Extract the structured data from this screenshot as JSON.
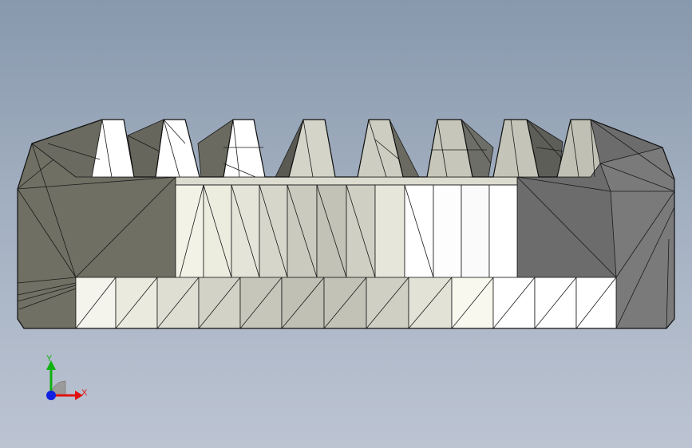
{
  "viewport": {
    "background_top": "#8898ad",
    "background_bottom": "#bcc4d2",
    "edge_color": "#1a1a1a"
  },
  "model": {
    "description_name": "gear-rack-model",
    "tooth_count": 8,
    "face_colors": {
      "dark_left": "#6e6e62",
      "dark_right": "#6c6c6c",
      "light": "#f4f4ec",
      "mid": "#c8c8bc",
      "white": "#ffffff"
    }
  },
  "triad": {
    "x_label": "X",
    "y_label": "Y",
    "x_color": "#e01010",
    "y_color": "#10b010",
    "z_color": "#1020e0"
  }
}
